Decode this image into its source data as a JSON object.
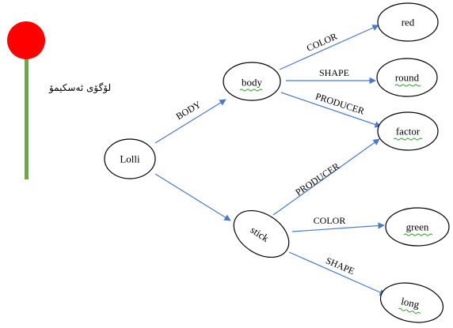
{
  "caption": "لۆگۆی ئەسكیمۆ",
  "colors": {
    "edge": "#4a7ac7",
    "stick": "#6aaa3a",
    "candy": "#ff0000",
    "squiggle": "#2e9b2e"
  },
  "icon": "lollipop-icon",
  "nodes": {
    "lolli": "Lolli",
    "body": "body",
    "stick": "stick",
    "red": "red",
    "round": "round",
    "factor": "factor",
    "green": "green",
    "long": "long"
  },
  "edges": {
    "lolli_body": "BODY",
    "body_red": "COLOR",
    "body_round": "SHAPE",
    "body_factor": "PRODUCER",
    "stick_factor": "PRODUCER",
    "stick_green": "COLOR",
    "stick_long": "SHAPE"
  }
}
